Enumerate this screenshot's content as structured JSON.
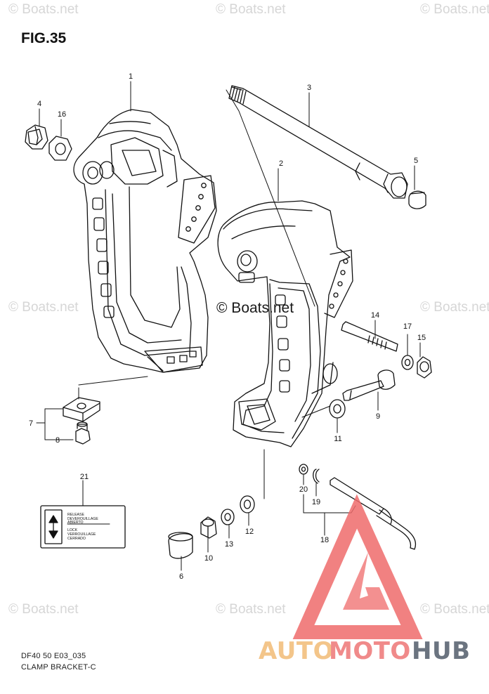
{
  "figure": {
    "title": "FIG.35",
    "footer_code": "DF40 50 E03_035",
    "footer_name": "CLAMP BRACKET-C"
  },
  "watermark": {
    "text": "© Boats.net",
    "color": "#d6d6d6",
    "center_color": "#1a1a1a"
  },
  "part_numbers": [
    "1",
    "2",
    "3",
    "4",
    "5",
    "6",
    "7",
    "8",
    "9",
    "10",
    "11",
    "12",
    "13",
    "14",
    "15",
    "16",
    "17",
    "18",
    "19",
    "20",
    "21"
  ],
  "label_21": {
    "release": "RELEASE",
    "deverouillage": "DEVEROUILLAGE",
    "abierto": "ABIERTO",
    "lock": "LOCK",
    "verrouillage": "VERROUILLAGE",
    "cerrado": "CERRADO"
  },
  "logo": {
    "auto": "AUTO",
    "moto": "MOTO",
    "hub": "HUB",
    "auto_color": "#f3c58a",
    "moto_color": "#f08a8a",
    "hub_color": "#6b7480",
    "triangle_color": "#ef6b6b"
  }
}
